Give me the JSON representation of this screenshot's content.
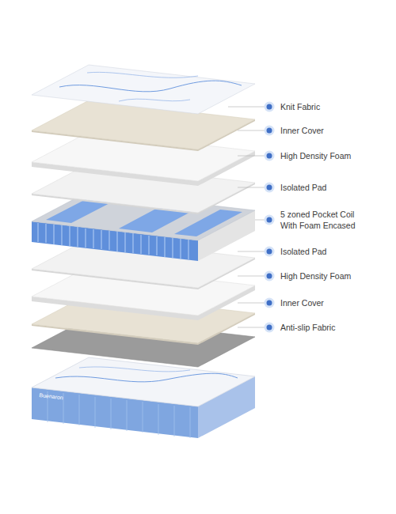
{
  "diagram": {
    "labels": [
      "Knit Fabric",
      "Inner Cover",
      "High Density Foam",
      "Isolated Pad",
      "5 zoned Pocket Coil With Foam Encased",
      "Isolated Pad",
      "High Density Foam",
      "Inner Cover",
      "Anti-slip Fabric",
      "Buenaron"
    ]
  }
}
